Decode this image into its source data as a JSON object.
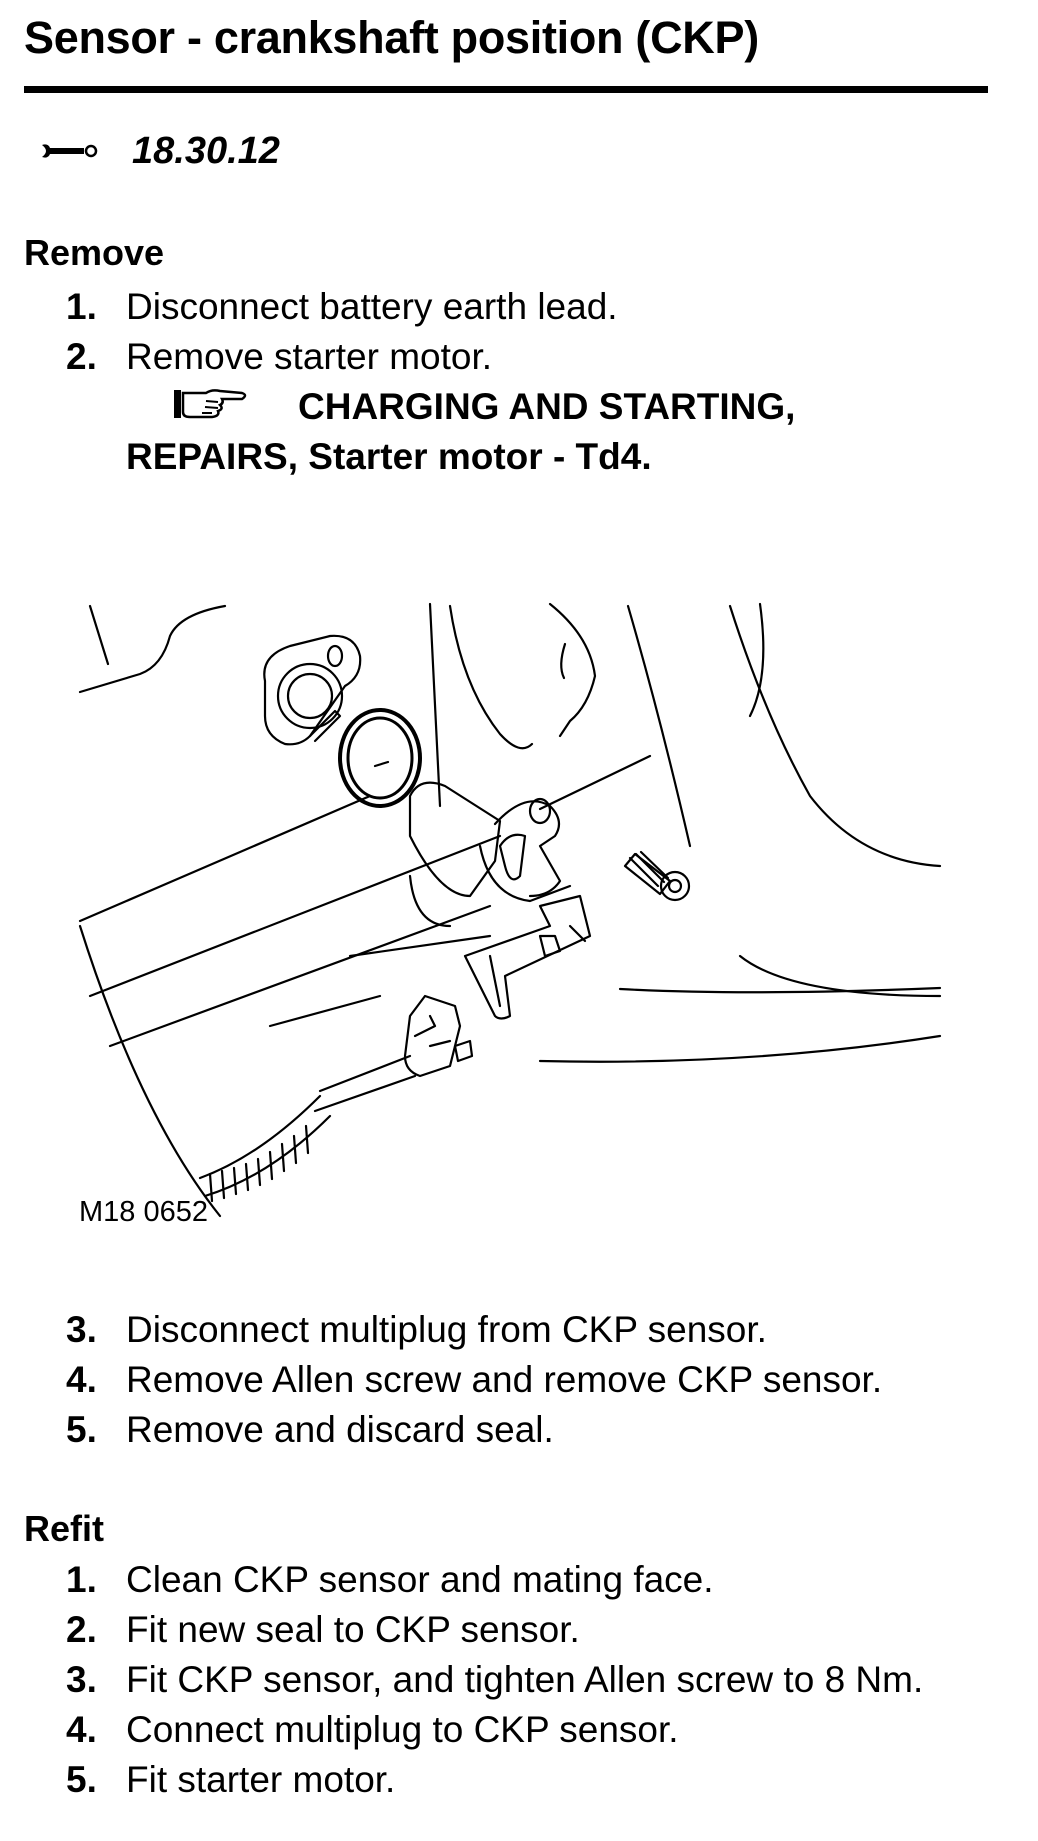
{
  "document": {
    "title": "Sensor - crankshaft position (CKP)",
    "operation_code": "18.30.12",
    "operation_icon": "wrench-icon"
  },
  "remove": {
    "heading": "Remove",
    "steps": [
      {
        "num": "1.",
        "text": "Disconnect battery earth lead."
      },
      {
        "num": "2.",
        "text": "Remove starter motor."
      }
    ],
    "cross_reference": {
      "icon": "pointing-hand-icon",
      "text_line1": "CHARGING AND STARTING,",
      "text_line2": "REPAIRS, Starter motor - Td4."
    },
    "steps_after_figure": [
      {
        "num": "3.",
        "text": "Disconnect multiplug from CKP sensor."
      },
      {
        "num": "4.",
        "text": "Remove Allen screw and remove CKP sensor."
      },
      {
        "num": "5.",
        "text": "Remove and discard seal."
      }
    ]
  },
  "figure": {
    "label": "M18 0652"
  },
  "refit": {
    "heading": "Refit",
    "steps": [
      {
        "num": "1.",
        "text": "Clean CKP sensor and mating face."
      },
      {
        "num": "2.",
        "text": "Fit new seal to CKP sensor."
      },
      {
        "num": "3.",
        "text": "Fit CKP sensor, and tighten Allen screw to 8 Nm."
      },
      {
        "num": "4.",
        "text": "Connect multiplug to CKP sensor."
      },
      {
        "num": "5.",
        "text": "Fit starter motor."
      }
    ]
  }
}
